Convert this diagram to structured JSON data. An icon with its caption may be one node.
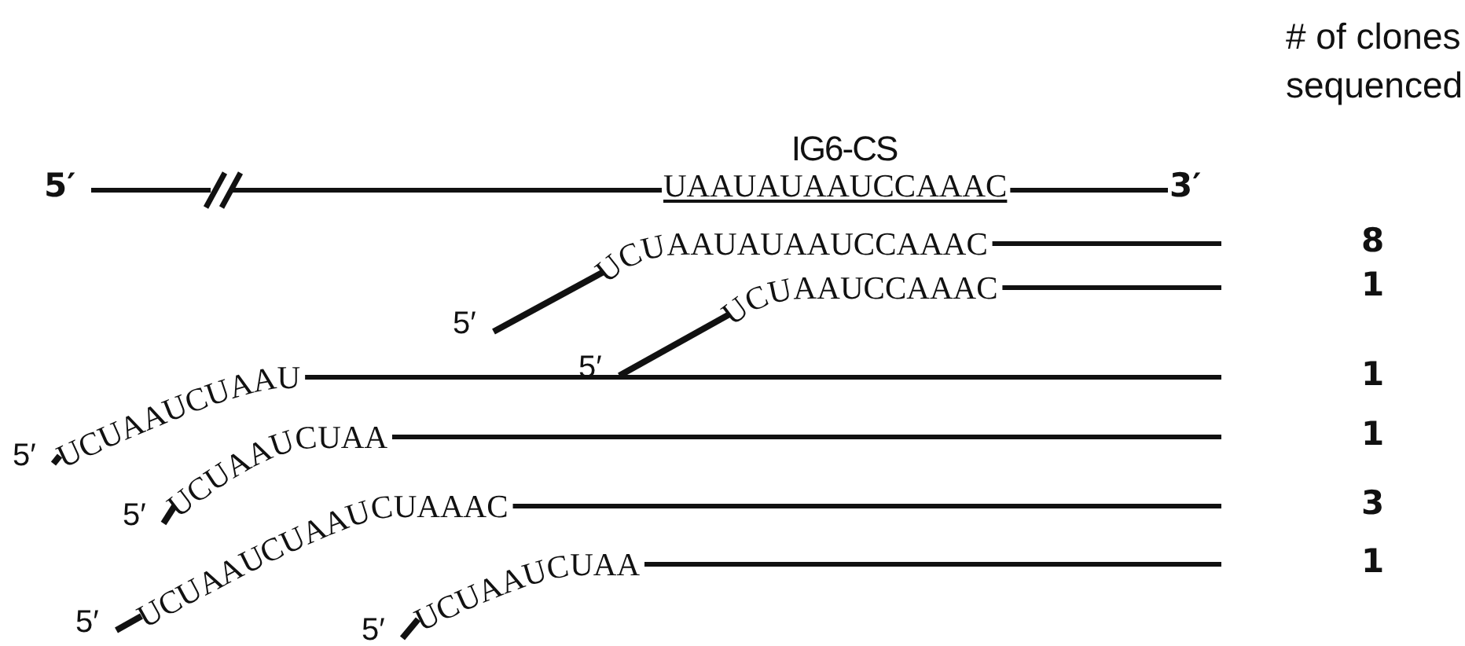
{
  "diagram": {
    "labels": [
      "# of clones sequenced",
      "IG6-CS",
      "5′",
      "UAAUAUAAUCCAAAC",
      "3′",
      "5′",
      "UCUAAUAUAAUCCAAAC",
      "8",
      "5′",
      "UCUAAUCCAAAC",
      "1",
      "5′",
      "UCUAAUCUAAU",
      "1",
      "5′",
      "UCUAAUCUAA",
      "1",
      "5′",
      "UCUAAUCUAAUCUAAAC",
      "3",
      "5′",
      "UCUAAUCUAA",
      "1"
    ]
  }
}
